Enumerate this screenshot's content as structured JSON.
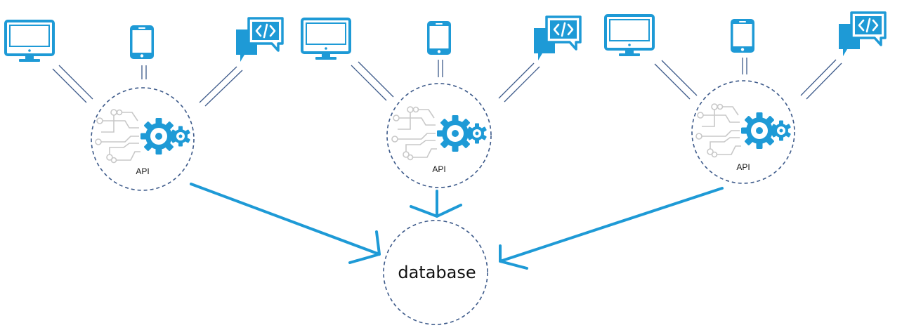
{
  "nodes": {
    "api_1": {
      "label": "API"
    },
    "api_2": {
      "label": "API"
    },
    "api_3": {
      "label": "API"
    },
    "database": {
      "label": "database"
    }
  },
  "icons": {
    "client_desktop": "desktop-monitor-icon",
    "client_mobile": "smartphone-icon",
    "client_code": "code-chat-bubble-icon",
    "api_gear": "gears-circuit-icon"
  },
  "colors": {
    "accent": "#1e9ad6",
    "line": "#3d5a8a",
    "circuit": "#c8c8c8"
  }
}
